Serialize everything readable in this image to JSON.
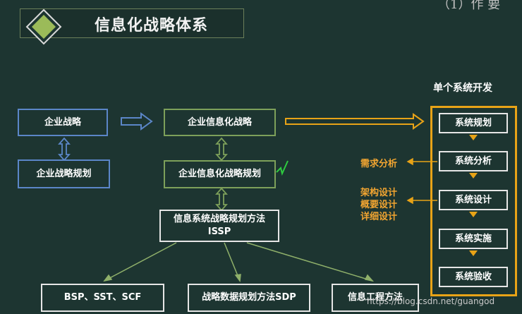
{
  "title": "信息化战略体系",
  "corner_text": "（1）作 要",
  "left_column": {
    "enterprise_strategy": "企业战略",
    "enterprise_strategy_planning": "企业战略规划"
  },
  "middle_column": {
    "info_strategy": "企业信息化战略",
    "info_strategy_planning": "企业信息化战略规划",
    "isp_method_line1": "信息系统战略规划方法",
    "isp_method_line2": "ISSP"
  },
  "bottom_row": {
    "bsp": "BSP、SST、SCF",
    "sdp": "战略数据规划方法SDP",
    "ie": "信息工程方法"
  },
  "right_panel": {
    "title": "单个系统开发",
    "steps": [
      "系统规划",
      "系统分析",
      "系统设计",
      "系统实施",
      "系统验收"
    ]
  },
  "side_labels": {
    "requirements": "需求分析",
    "design_line1": "架构设计",
    "design_line2": "概要设计",
    "design_line3": "详细设计"
  },
  "watermark": "https://blog.csdn.net/guangod",
  "colors": {
    "background": "#1d3531",
    "blue_border": "#5b86c8",
    "green_border": "#7da05a",
    "orange": "#e8a317",
    "annotation_green": "#2ecc40"
  }
}
